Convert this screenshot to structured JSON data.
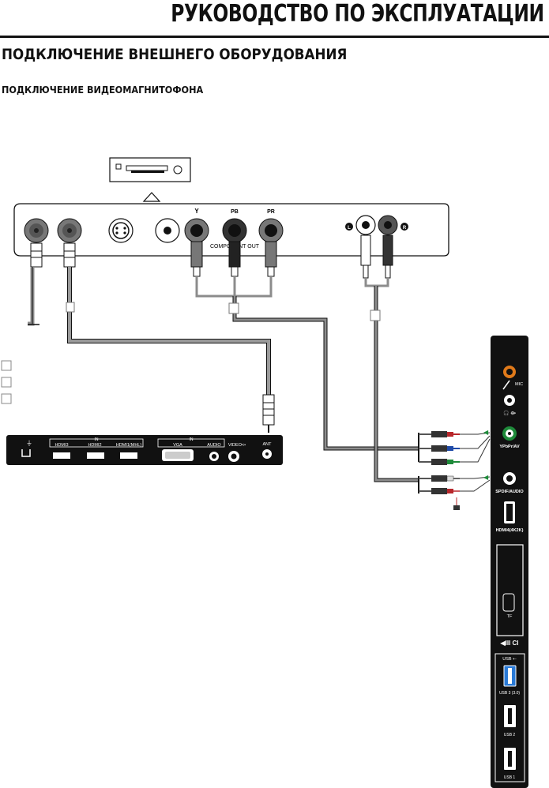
{
  "header": {
    "title": "РУКОВОДСТВО ПО ЭКСПЛУАТАЦИИ",
    "section": "ПОДКЛЮЧЕНИЕ ВНЕШНЕГО ОБОРУДОВАНИЯ",
    "subsection": "ПОДКЛЮЧЕНИЕ ВИДЕОМАГНИТОФОНА"
  },
  "vcr_panel": {
    "labels": {
      "y": "Y",
      "pb": "PB",
      "pr": "PR",
      "component_out": "COMPONENT OUT",
      "left": "L",
      "right": "R"
    }
  },
  "bottom_panel": {
    "in_label_hdmi": "IN",
    "in_label_vga": "IN",
    "ports": {
      "hdmi3": "HDMI3",
      "hdmi2": "HDMI2",
      "hdmi1": "HDMI1(MHL)",
      "vga": "VGA",
      "audio": "AUDIO",
      "video": "VIDEO<•",
      "ant": "ANT"
    }
  },
  "side_panel": {
    "ports": {
      "mic": "MIC",
      "headphone": "🎧 ⟴",
      "ypbpr": "YPbPr/AV",
      "spdif": "SPDIF/AUDIO",
      "hdmi4": "HDMI4(4K2K)",
      "tf": "TF",
      "ci": "◀III CI",
      "usb_header": "USB ⇠",
      "usb3": "USB 3 (3.0)",
      "usb2": "USB 2",
      "usb1": "USB 1"
    }
  },
  "colors": {
    "ink": "#111111",
    "cable": "#8c8c8c",
    "component_green": "#1e8a3a",
    "component_blue": "#1f4aa8",
    "component_red": "#b8262a",
    "usb3_blue": "#2a7ad6",
    "mic_orange": "#e07a1a"
  }
}
